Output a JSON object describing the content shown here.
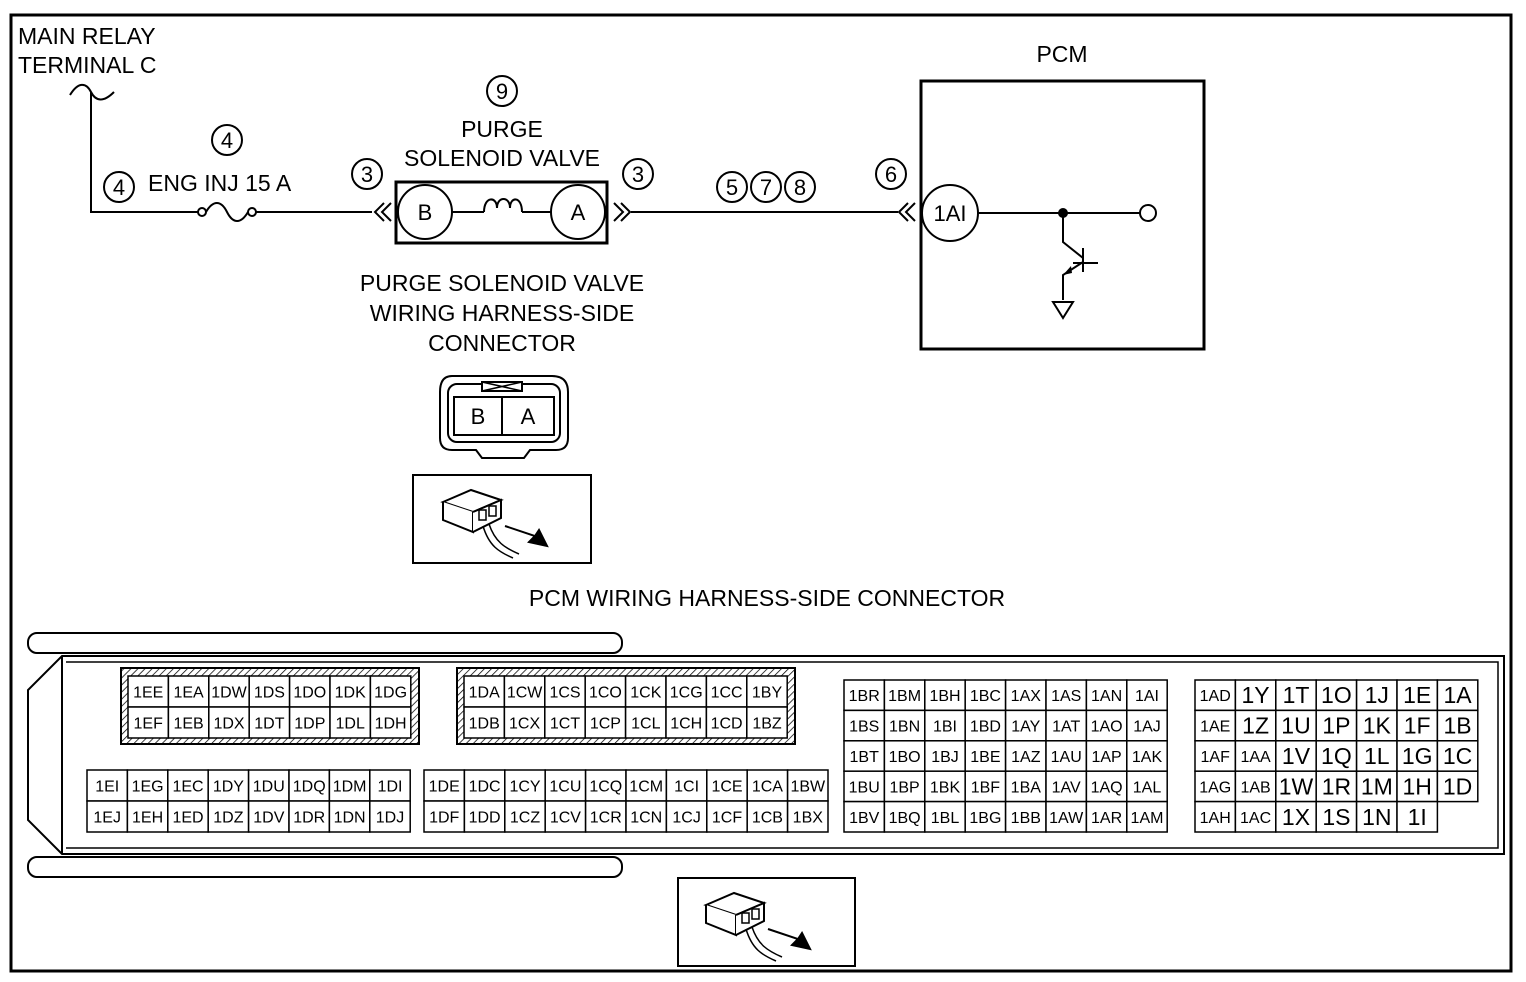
{
  "labels": {
    "main_relay_line1": "MAIN RELAY",
    "main_relay_line2": "TERMINAL C",
    "fuse": "ENG INJ 15 A",
    "valve_line1": "PURGE",
    "valve_line2": "SOLENOID VALVE",
    "pcm": "PCM",
    "valve_conn_line1": "PURGE SOLENOID VALVE",
    "valve_conn_line2": "WIRING HARNESS-SIDE",
    "valve_conn_line3": "CONNECTOR",
    "pcm_conn": "PCM WIRING HARNESS-SIDE CONNECTOR"
  },
  "circled_numbers": {
    "fuse_top": "4",
    "fuse_left": "4",
    "valve_top": "9",
    "valve_left": "3",
    "valve_right": "3",
    "wire_5": "5",
    "wire_7": "7",
    "wire_8": "8",
    "pcm_left": "6"
  },
  "terminals": {
    "valve_b": "B",
    "valve_a": "A",
    "pcm_pin": "1AI",
    "conn_b": "B",
    "conn_a": "A"
  },
  "pcm_connector": {
    "block1_rows": [
      [
        "1EE",
        "1EA",
        "1DW",
        "1DS",
        "1DO",
        "1DK",
        "1DG"
      ],
      [
        "1EF",
        "1EB",
        "1DX",
        "1DT",
        "1DP",
        "1DL",
        "1DH"
      ]
    ],
    "block2_rows": [
      [
        "1DA",
        "1CW",
        "1CS",
        "1CO",
        "1CK",
        "1CG",
        "1CC",
        "1BY"
      ],
      [
        "1DB",
        "1CX",
        "1CT",
        "1CP",
        "1CL",
        "1CH",
        "1CD",
        "1BZ"
      ]
    ],
    "block3_rows": [
      [
        "1EI",
        "1EG",
        "1EC",
        "1DY",
        "1DU",
        "1DQ",
        "1DM",
        "1DI"
      ],
      [
        "1EJ",
        "1EH",
        "1ED",
        "1DZ",
        "1DV",
        "1DR",
        "1DN",
        "1DJ"
      ]
    ],
    "block4_rows": [
      [
        "1DE",
        "1DC",
        "1CY",
        "1CU",
        "1CQ",
        "1CM",
        "1CI",
        "1CE",
        "1CA",
        "1BW"
      ],
      [
        "1DF",
        "1DD",
        "1CZ",
        "1CV",
        "1CR",
        "1CN",
        "1CJ",
        "1CF",
        "1CB",
        "1BX"
      ]
    ],
    "block5_rows": [
      [
        "1BR",
        "1BM",
        "1BH",
        "1BC",
        "1AX",
        "1AS",
        "1AN",
        "1AI"
      ],
      [
        "1BS",
        "1BN",
        "1BI",
        "1BD",
        "1AY",
        "1AT",
        "1AO",
        "1AJ"
      ],
      [
        "1BT",
        "1BO",
        "1BJ",
        "1BE",
        "1AZ",
        "1AU",
        "1AP",
        "1AK"
      ],
      [
        "1BU",
        "1BP",
        "1BK",
        "1BF",
        "1BA",
        "1AV",
        "1AQ",
        "1AL"
      ],
      [
        "1BV",
        "1BQ",
        "1BL",
        "1BG",
        "1BB",
        "1AW",
        "1AR",
        "1AM"
      ]
    ],
    "block6_rows": [
      [
        "1AD",
        "1Y",
        "1T",
        "1O",
        "1J",
        "1E",
        "1A"
      ],
      [
        "1AE",
        "1Z",
        "1U",
        "1P",
        "1K",
        "1F",
        "1B"
      ],
      [
        "1AF",
        "1AA",
        "1V",
        "1Q",
        "1L",
        "1G",
        "1C"
      ],
      [
        "1AG",
        "1AB",
        "1W",
        "1R",
        "1M",
        "1H",
        "1D"
      ],
      [
        "1AH",
        "1AC",
        "1X",
        "1S",
        "1N",
        "1I"
      ]
    ]
  }
}
